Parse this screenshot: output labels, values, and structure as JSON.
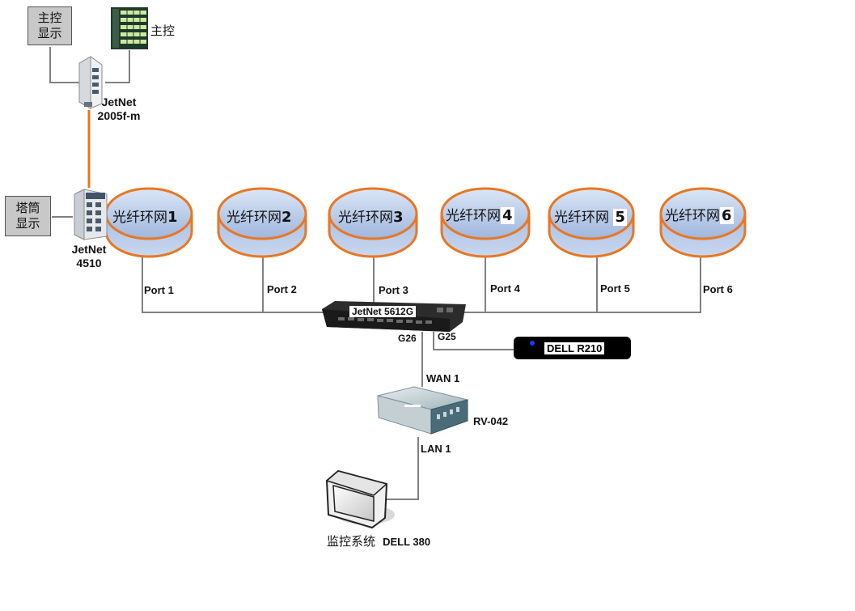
{
  "top": {
    "main_display_label": "主控\n显示",
    "main_control_label": "主控",
    "tower_display_label": "塔筒\n显示",
    "switch_a_label": "JetNet\n2005f-m",
    "switch_b_label": "JetNet\n4510"
  },
  "rings": [
    {
      "text": "光纤环网",
      "num": "1",
      "port": "Port 1"
    },
    {
      "text": "光纤环网",
      "num": "2",
      "port": "Port 2"
    },
    {
      "text": "光纤环网",
      "num": "3",
      "port": "Port 3"
    },
    {
      "text": "光纤环网",
      "num": "4",
      "port": "Port 4"
    },
    {
      "text": "光纤环网 ",
      "num": "5",
      "port": "Port 5"
    },
    {
      "text": "光纤环网",
      "num": "6",
      "port": "Port 6"
    }
  ],
  "core": {
    "switch_label": "JetNet 5612G",
    "g26": "G26",
    "g25": "G25",
    "server_label": "DELL  R210"
  },
  "router": {
    "wan": "WAN 1",
    "name": "RV-042",
    "lan": "LAN 1"
  },
  "monitor": {
    "label_cn": "监控系统",
    "label_en": "DELL 380"
  },
  "colors": {
    "ring_fill": "#b9cbe8",
    "ring_stroke": "#e87722",
    "link_orange": "#e87722",
    "link_gray": "#808080"
  }
}
